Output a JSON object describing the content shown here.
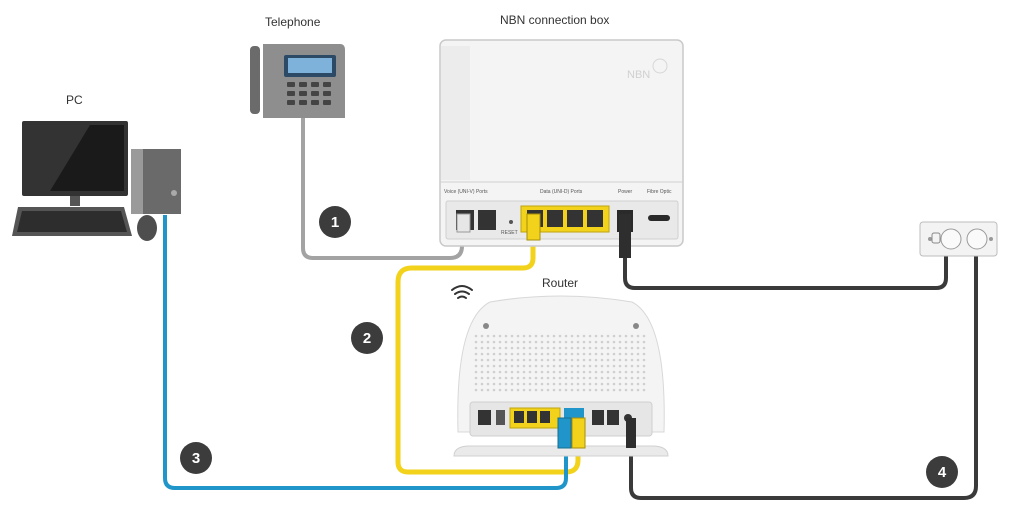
{
  "labels": {
    "telephone": "Telephone",
    "nbn_box": "NBN connection box",
    "pc": "PC",
    "router": "Router"
  },
  "nbn_ports": {
    "voice": "Voice (UNI-V) Ports",
    "data": "Data (UNI-D) Ports",
    "power": "Power",
    "fibre": "Fibre Optic",
    "reset": "RESET",
    "logo": "NBN"
  },
  "steps": [
    "1",
    "2",
    "3",
    "4"
  ],
  "colors": {
    "phone_cable": "#a3a3a3",
    "data_cable": "#f2d21b",
    "pc_cable": "#1f95c9",
    "power_cable": "#3a3a3a",
    "badge": "#3c3c3c"
  }
}
